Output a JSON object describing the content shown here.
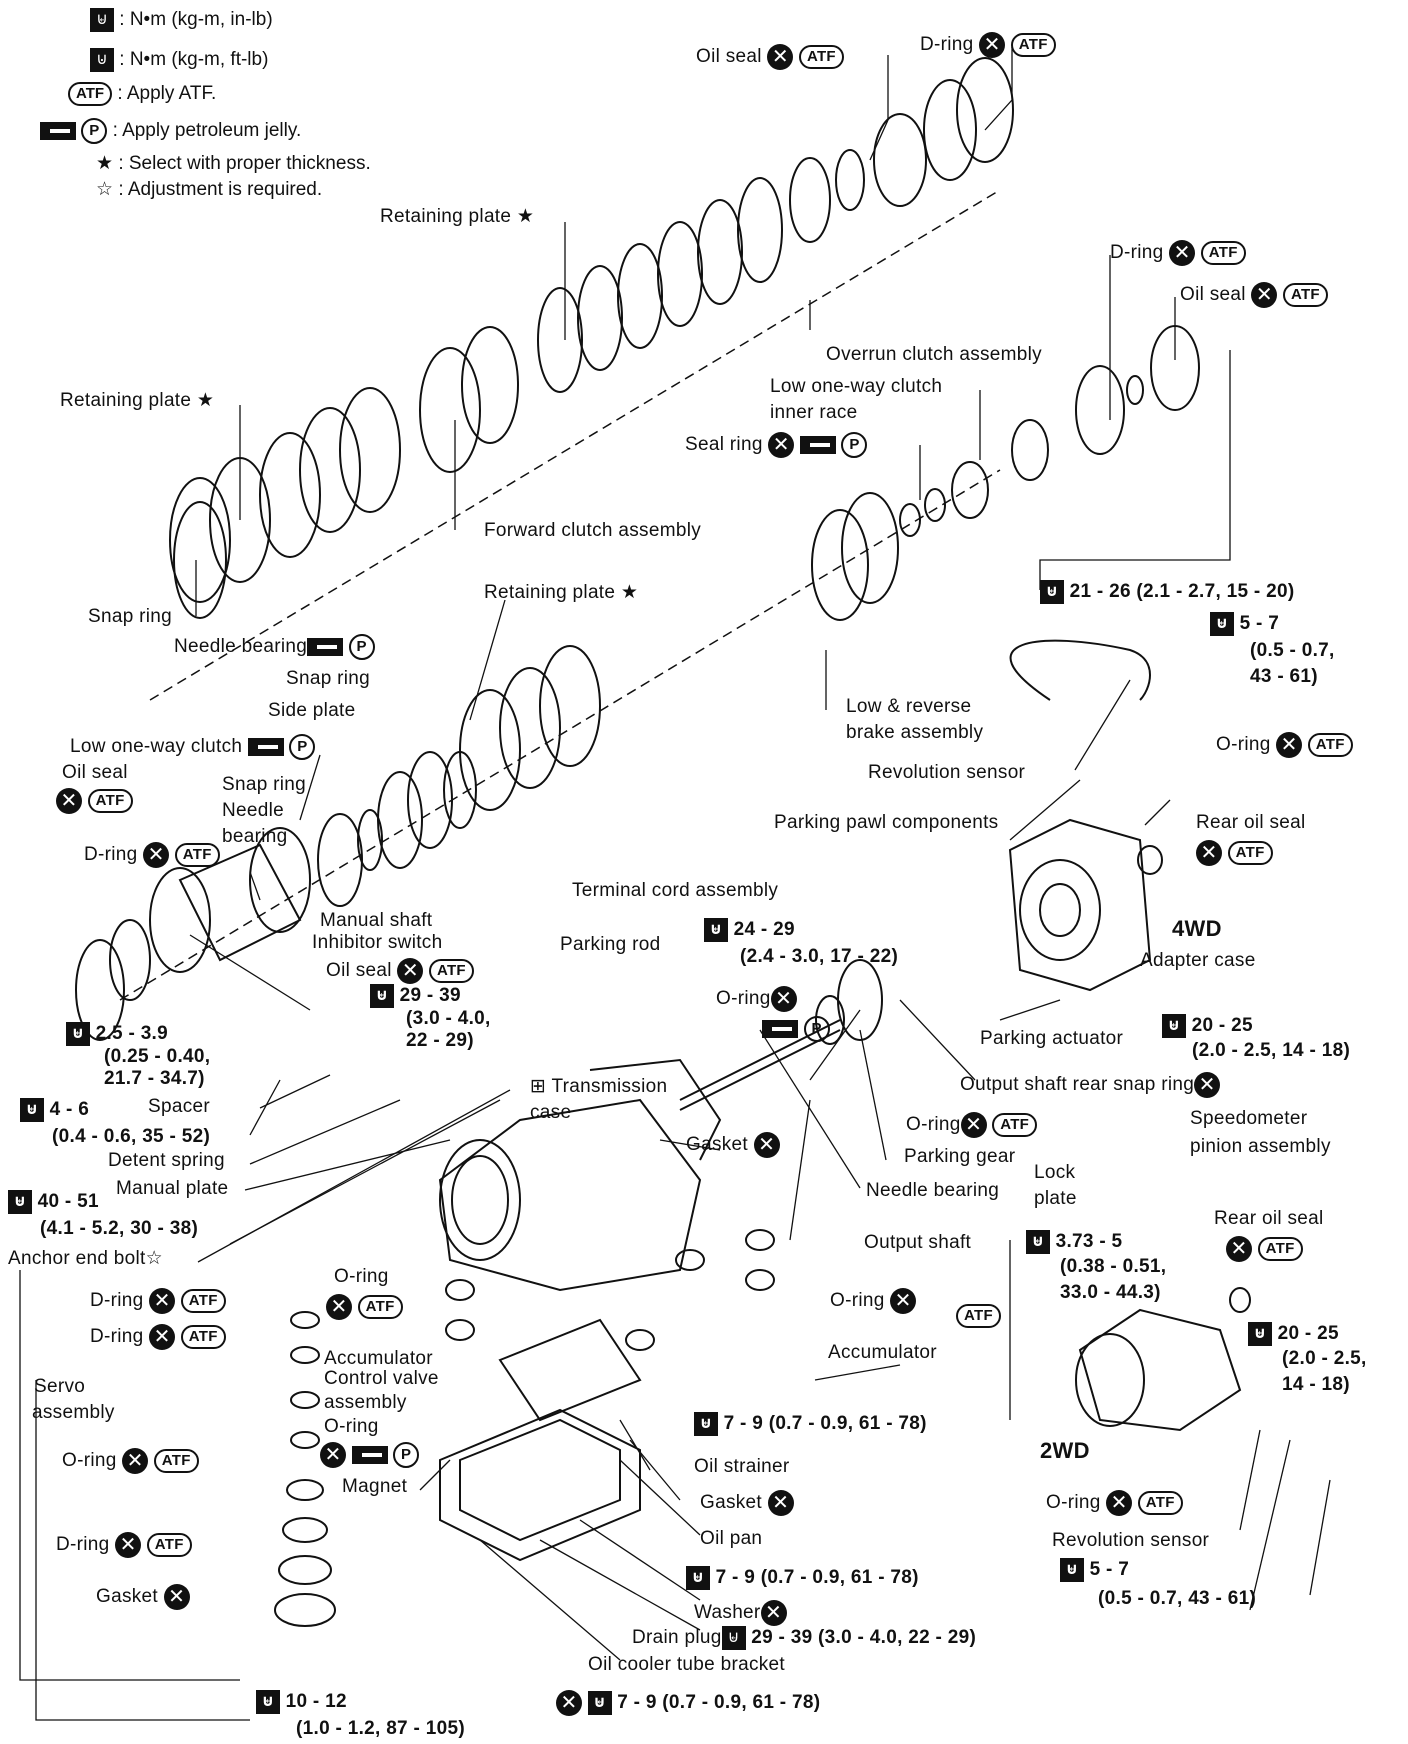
{
  "legend": {
    "torque_in_lb": ": N•m (kg-m, in-lb)",
    "torque_ft_lb": ": N•m (kg-m, ft-lb)",
    "atf": ": Apply ATF.",
    "petroleum": ": Apply petroleum jelly.",
    "star": ": Select with proper thickness.",
    "hollow_star": ": Adjustment is required."
  },
  "labels": {
    "oil_seal_top": "Oil seal",
    "d_ring_top": "D-ring",
    "retaining_plate_1": "Retaining plate ★",
    "d_ring_right": "D-ring",
    "oil_seal_right": "Oil seal",
    "overrun_clutch": "Overrun clutch assembly",
    "low_one_way_clutch_inner": "Low one-way clutch",
    "inner_race": "inner race",
    "retaining_plate_2": "Retaining plate ★",
    "seal_ring": "Seal ring",
    "forward_clutch": "Forward clutch assembly",
    "retaining_plate_3": "Retaining plate ★",
    "torque_21_26": "21 - 26 (2.1 - 2.7, 15 - 20)",
    "snap_ring_1": "Snap ring",
    "needle_bearing_1": "Needle bearing",
    "torque_5_7_a": "5 - 7",
    "torque_5_7_a2": "(0.5 - 0.7,",
    "torque_5_7_a3": "43 - 61)",
    "snap_ring_2": "Snap ring",
    "side_plate": "Side plate",
    "low_reverse": "Low & reverse",
    "brake_assembly": "brake assembly",
    "low_one_way_clutch": "Low one-way clutch",
    "o_ring_right": "O-ring",
    "oil_seal_left": "Oil seal",
    "revolution_sensor": "Revolution sensor",
    "snap_ring_3": "Snap ring",
    "needle": "Needle",
    "bearing": "bearing",
    "parking_pawl": "Parking pawl components",
    "rear_oil_seal": "Rear oil seal",
    "d_ring_left": "D-ring",
    "terminal_cord": "Terminal cord assembly",
    "manual_shaft": "Manual shaft",
    "inhibitor_switch": "Inhibitor switch",
    "torque_24_29": "24 - 29",
    "torque_24_29b": "(2.4 - 3.0, 17 - 22)",
    "fwd4": "4WD",
    "adapter_case": "Adapter case",
    "oil_seal_mid": "Oil seal",
    "parking_rod": "Parking rod",
    "torque_29_39": "29 - 39",
    "torque_29_39b": "(3.0 - 4.0,",
    "torque_29_39c": "22 - 29)",
    "o_ring_mid": "O-ring",
    "torque_2_5": "2.5 - 3.9",
    "torque_2_5b": "(0.25 - 0.40,",
    "torque_2_5c": "21.7 - 34.7)",
    "torque_20_25a": "20 - 25",
    "torque_20_25a2": "(2.0 - 2.5, 14 - 18)",
    "parking_actuator": "Parking actuator",
    "spacer": "Spacer",
    "transmission": "Transmission",
    "case": "case",
    "output_snap": "Output shaft rear snap ring",
    "torque_4_6": "4 - 6",
    "torque_4_6b": "(0.4 - 0.6, 35 - 52)",
    "gasket_1": "Gasket",
    "o_ring_gear": "O-ring",
    "speedometer": "Speedometer",
    "pinion": "pinion assembly",
    "detent_spring": "Detent spring",
    "parking_gear": "Parking gear",
    "lock": "Lock",
    "plate": "plate",
    "manual_plate": "Manual plate",
    "torque_40_51": "40 - 51",
    "torque_40_51b": "(4.1 - 5.2, 30 - 38)",
    "needle_bearing_2": "Needle bearing",
    "rear_oil_seal_2": "Rear oil seal",
    "anchor_end_bolt": "Anchor end bolt☆",
    "output_shaft": "Output shaft",
    "torque_3_73": "3.73 - 5",
    "torque_3_73b": "(0.38 - 0.51,",
    "torque_3_73c": "33.0 - 44.3)",
    "o_ring_acc": "O-ring",
    "d_ring_servo1": "D-ring",
    "o_ring_acc2": "O-ring",
    "d_ring_servo2": "D-ring",
    "torque_20_25b": "20 - 25",
    "torque_20_25b2": "(2.0 - 2.5,",
    "torque_20_25b3": "14 - 18)",
    "accumulator_1": "Accumulator",
    "accumulator_2": "Accumulator",
    "servo": "Servo",
    "assembly": "assembly",
    "control_valve": "Control valve",
    "cv_assembly": "assembly",
    "o_ring_cv": "O-ring",
    "torque_7_9a": "7 - 9 (0.7 - 0.9, 61 - 78)",
    "rwd2": "2WD",
    "oil_strainer": "Oil strainer",
    "o_ring_servo": "O-ring",
    "magnet": "Magnet",
    "gasket_2": "Gasket",
    "o_ring_2wd": "O-ring",
    "oil_pan": "Oil pan",
    "revolution_sensor_2": "Revolution sensor",
    "d_ring_servo3": "D-ring",
    "torque_7_9b": "7 - 9 (0.7 - 0.9, 61 - 78)",
    "torque_5_7_b": "5 - 7",
    "torque_5_7_b2": "(0.5 - 0.7, 43 - 61)",
    "gasket_3": "Gasket",
    "washer": "Washer",
    "drain_plug": "Drain plug",
    "torque_29_39_d": "29 - 39 (3.0 - 4.0, 22 - 29)",
    "oil_cooler": "Oil cooler tube bracket",
    "torque_10_12": "10 - 12",
    "torque_10_12b": "(1.0 - 1.2, 87 - 105)",
    "torque_7_9c": "7 - 9 (0.7 - 0.9, 61 - 78)"
  },
  "symbols": {
    "atf": "ATF",
    "x": "✕",
    "p": "P",
    "torque": "⊌"
  }
}
